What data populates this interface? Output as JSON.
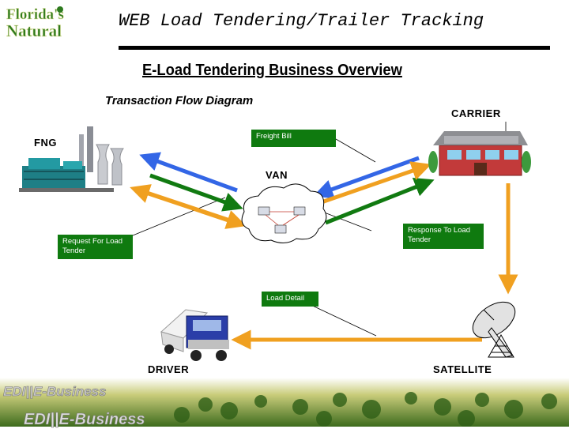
{
  "header": {
    "title": "WEB Load Tendering/Trailer Tracking",
    "logo_text": "Florida's Natural"
  },
  "overview_title": "E-Load Tendering Business Overview",
  "flow_title": "Transaction Flow Diagram",
  "nodes": {
    "fng": "FNG",
    "carrier": "CARRIER",
    "van": "VAN",
    "driver": "DRIVER",
    "satellite": "SATELLITE"
  },
  "callouts": {
    "freight_bill": "Freight Bill",
    "response": "Response To Load Tender",
    "request": "Request For Load Tender",
    "load_detail": "Load Detail"
  },
  "footer": {
    "edi_1": "EDI||E-Business",
    "edi_2": "EDI||E-Business"
  },
  "colors": {
    "blue_arrow": "#3366e6",
    "green_arrow": "#117a11",
    "orange_arrow": "#f0a020",
    "callout_fill": "#0f7a0f"
  }
}
